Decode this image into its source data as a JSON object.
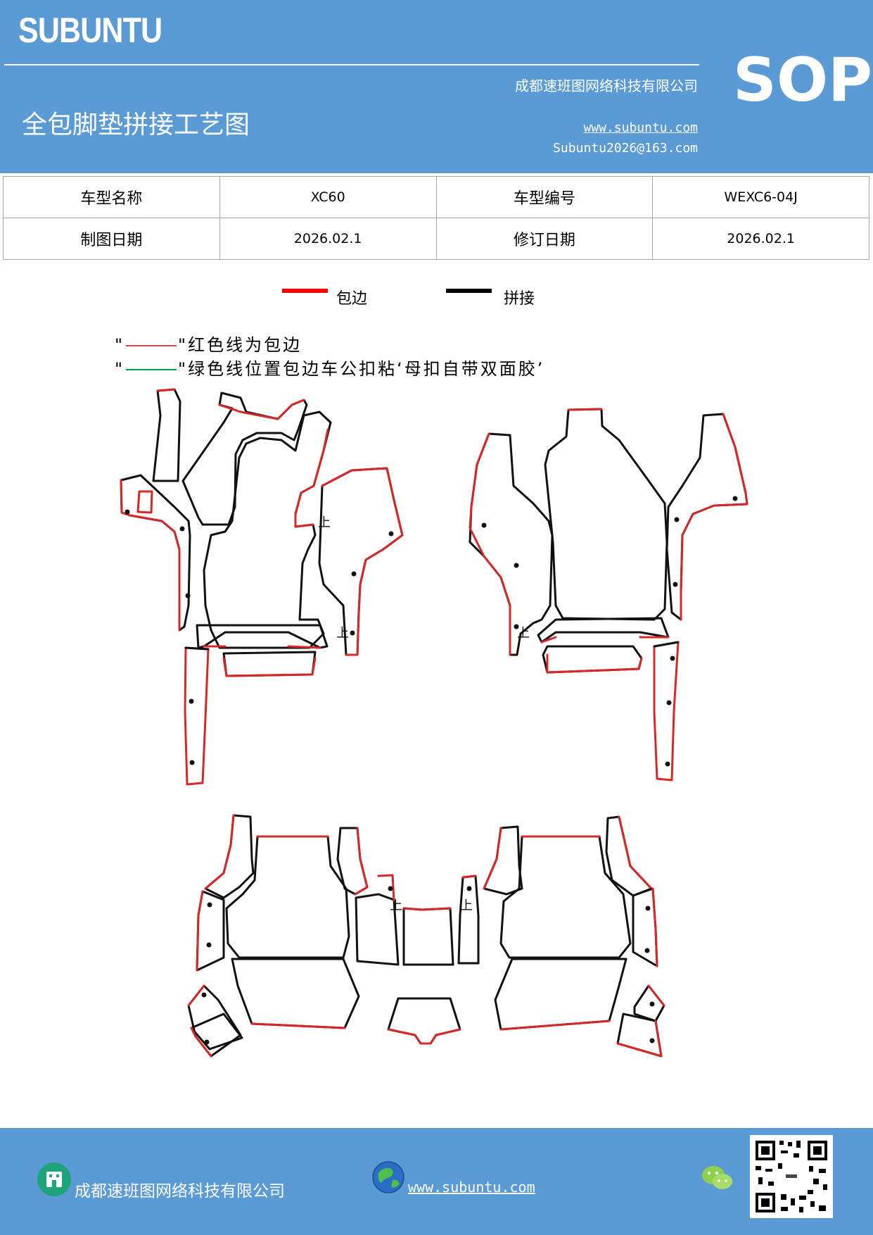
{
  "header": {
    "brand": "SUBUNTU",
    "company": "成都速班图网络科技有限公司",
    "title": "全包脚垫拼接工艺图",
    "website": "www.subuntu.com",
    "email": "Subuntu2026@163.com",
    "badge": "SOP"
  },
  "info_table": [
    [
      "车型名称",
      "XC60",
      "车型编号",
      "WEXC6-04J"
    ],
    [
      "制图日期",
      "2026.02.1",
      "修订日期",
      "2026.02.1"
    ]
  ],
  "legend": [
    {
      "label": "包边",
      "color": "#ff0000"
    },
    {
      "label": "拼接",
      "color": "#000000"
    }
  ],
  "notes": [
    {
      "quote_open": "\"",
      "quote_close": "\"",
      "text": "红色线为包边",
      "color": "#c0504d"
    },
    {
      "quote_open": "\"",
      "quote_close": "\"",
      "text": "绿色线位置包边车公扣粘‘母扣自带双面胶’",
      "color": "#00a050"
    }
  ],
  "diagram_marks": {
    "top_mark": "上"
  },
  "footer": {
    "company": "成都速班图网络科技有限公司",
    "website": "www.subuntu.com"
  },
  "colors": {
    "header_bg": "#5b9bd5",
    "edge_red": "#d62828",
    "seam_black": "#111111"
  }
}
